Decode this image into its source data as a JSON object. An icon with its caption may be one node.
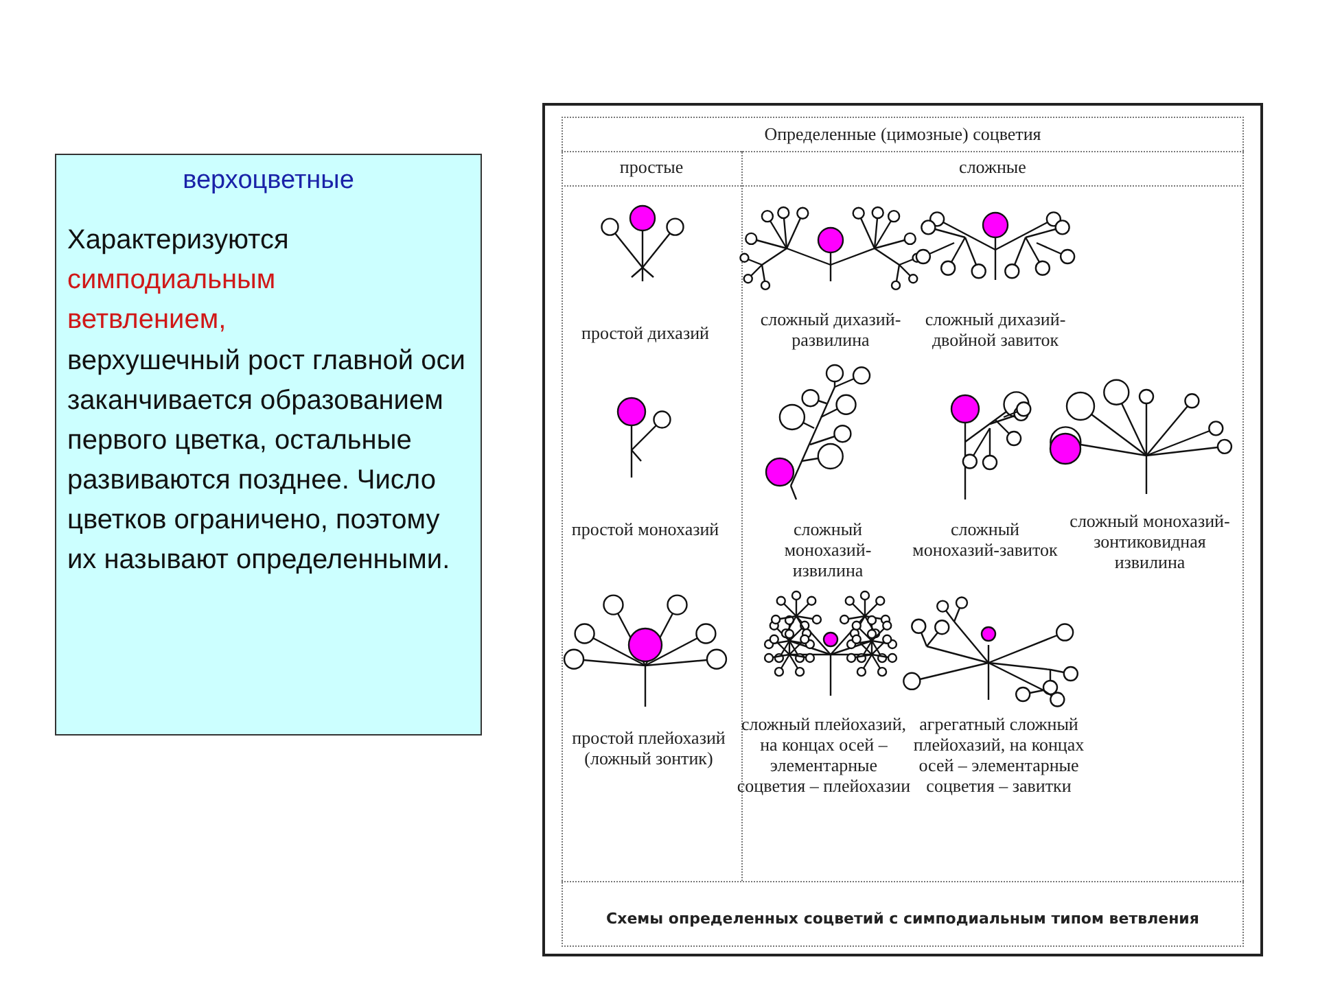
{
  "diagram": {
    "nodes": [
      {
        "text": [
          "верхоцветные",
          "Характеризуются",
          "симподиальным ветвлением,",
          "верхушечный рост главной оси заканчивается образованием первого цветка, остальные развиваются позднее. Число цветков ограничено, поэтому их называют определенными."
        ]
      }
    ],
    "labels": [
      "Определенные (цимозные) соцветия",
      "простые",
      "сложные",
      "простой дихазий",
      "сложный дихазий-развилина",
      "сложный дихазий-двойной завиток",
      "простой монохазий",
      "сложный монохазий-извилина",
      "сложный монохазий-завиток",
      "сложный монохазий-зонтиковидная извилина",
      "простой плейохазий (ложный зонтик)",
      "сложный плейохазий, на концах осей – элементарные соцветия – плейохазии",
      "агрегатный сложный плейохазий, на концах осей – элементарные соцветия – завитки",
      "Схемы определенных соцветий с симподиальным типом ветвления"
    ]
  }
}
